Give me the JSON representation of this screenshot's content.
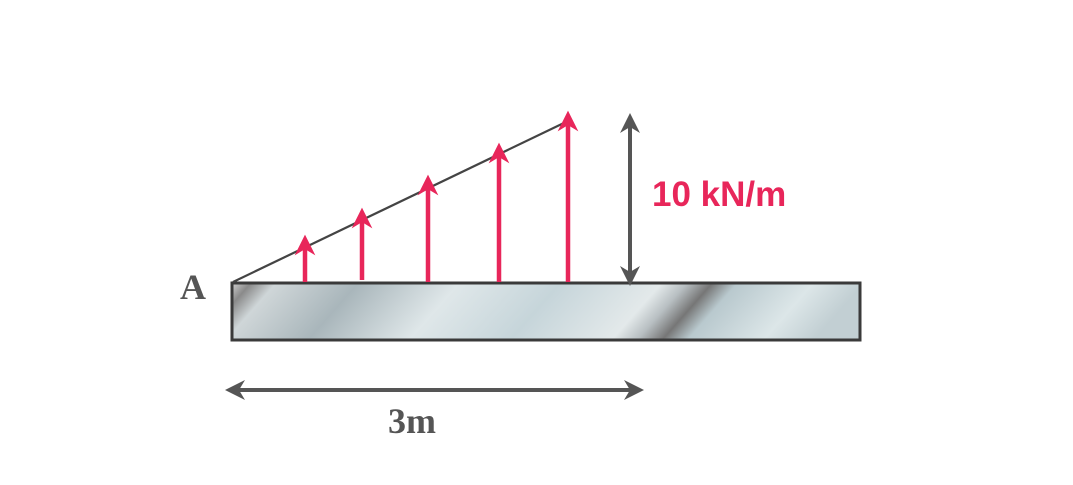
{
  "point_label": "A",
  "load_label": "10 kN/m",
  "length_label": "3m",
  "colors": {
    "load": "#e8265a",
    "dimension": "#555555",
    "beam_outline": "#3a3a3a"
  },
  "load_arrows": 5,
  "icons": [
    "double-arrow-vertical-icon",
    "double-arrow-horizontal-icon"
  ]
}
